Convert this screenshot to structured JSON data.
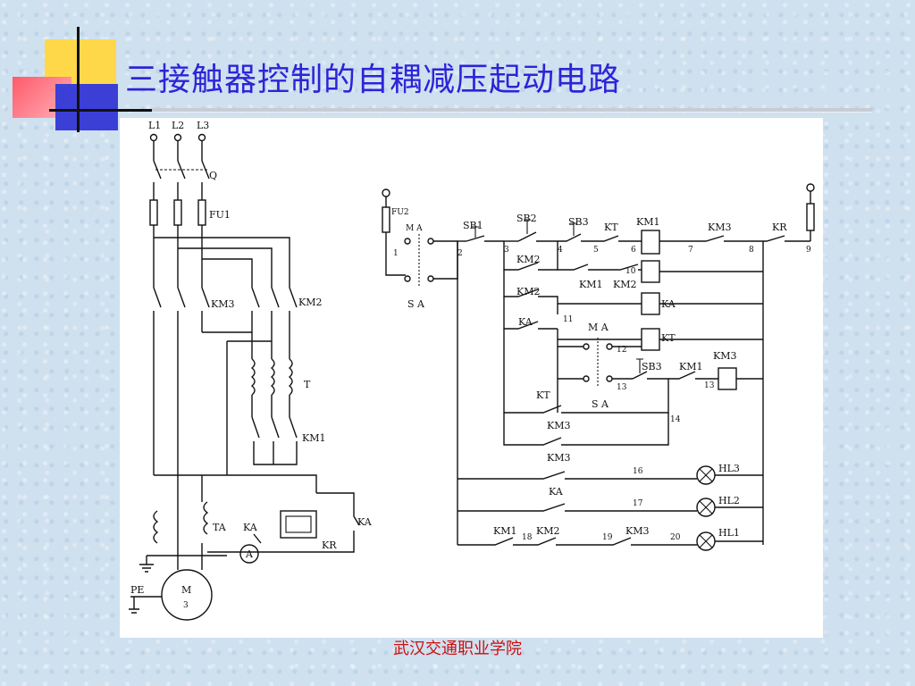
{
  "slide": {
    "title": "三接触器控制的自耦减压起动电路",
    "footer": "武汉交通职业学院"
  },
  "diagram": {
    "labels": {
      "L1": "L1",
      "L2": "L2",
      "L3": "L3",
      "Q": "Q",
      "FU1": "FU1",
      "KM3_main": "KM3",
      "KM2_main": "KM2",
      "T": "T",
      "KM1_main": "KM1",
      "TA": "TA",
      "KA_left": "KA",
      "KA_right": "KA",
      "KR_main": "KR",
      "A": "A",
      "M": "M",
      "M3": "3",
      "PE": "PE",
      "FU2": "FU2",
      "MA_top": "M A",
      "SA_top": "S A",
      "SB1": "SB1",
      "SB2": "SB2",
      "SB3_top": "SB3",
      "KT_top": "KT",
      "KM1_coil": "KM1",
      "KM3_nc": "KM3",
      "KR_nc": "KR",
      "KM2_a": "KM2",
      "KM2_b": "KM2",
      "KM1_nc": "KM1",
      "KM2_nc": "KM2",
      "KA_coil": "KA",
      "KA_contact": "KA",
      "KT_coil": "KT",
      "MA_mid": "M A",
      "SA_mid": "S A",
      "SB3_mid": "SB3",
      "KM1_mid": "KM1",
      "KM3_coil": "KM3",
      "KT_contact": "KT",
      "KM3_a": "KM3",
      "KM3_b": "KM3",
      "KA_b": "KA",
      "HL3": "HL3",
      "HL2": "HL2",
      "HL1": "HL1",
      "KM1_bot": "KM1",
      "KM2_bot": "KM2",
      "KM3_bot": "KM3"
    },
    "nodes": {
      "n1": "1",
      "n2": "2",
      "n3": "3",
      "n4": "4",
      "n5": "5",
      "n6": "6",
      "n7": "7",
      "n8": "8",
      "n9": "9",
      "n10": "10",
      "n11": "11",
      "n12": "12",
      "n13a": "13",
      "n13b": "13",
      "n14": "14",
      "n16": "16",
      "n17": "17",
      "n18": "18",
      "n19": "19",
      "n20": "20"
    }
  }
}
